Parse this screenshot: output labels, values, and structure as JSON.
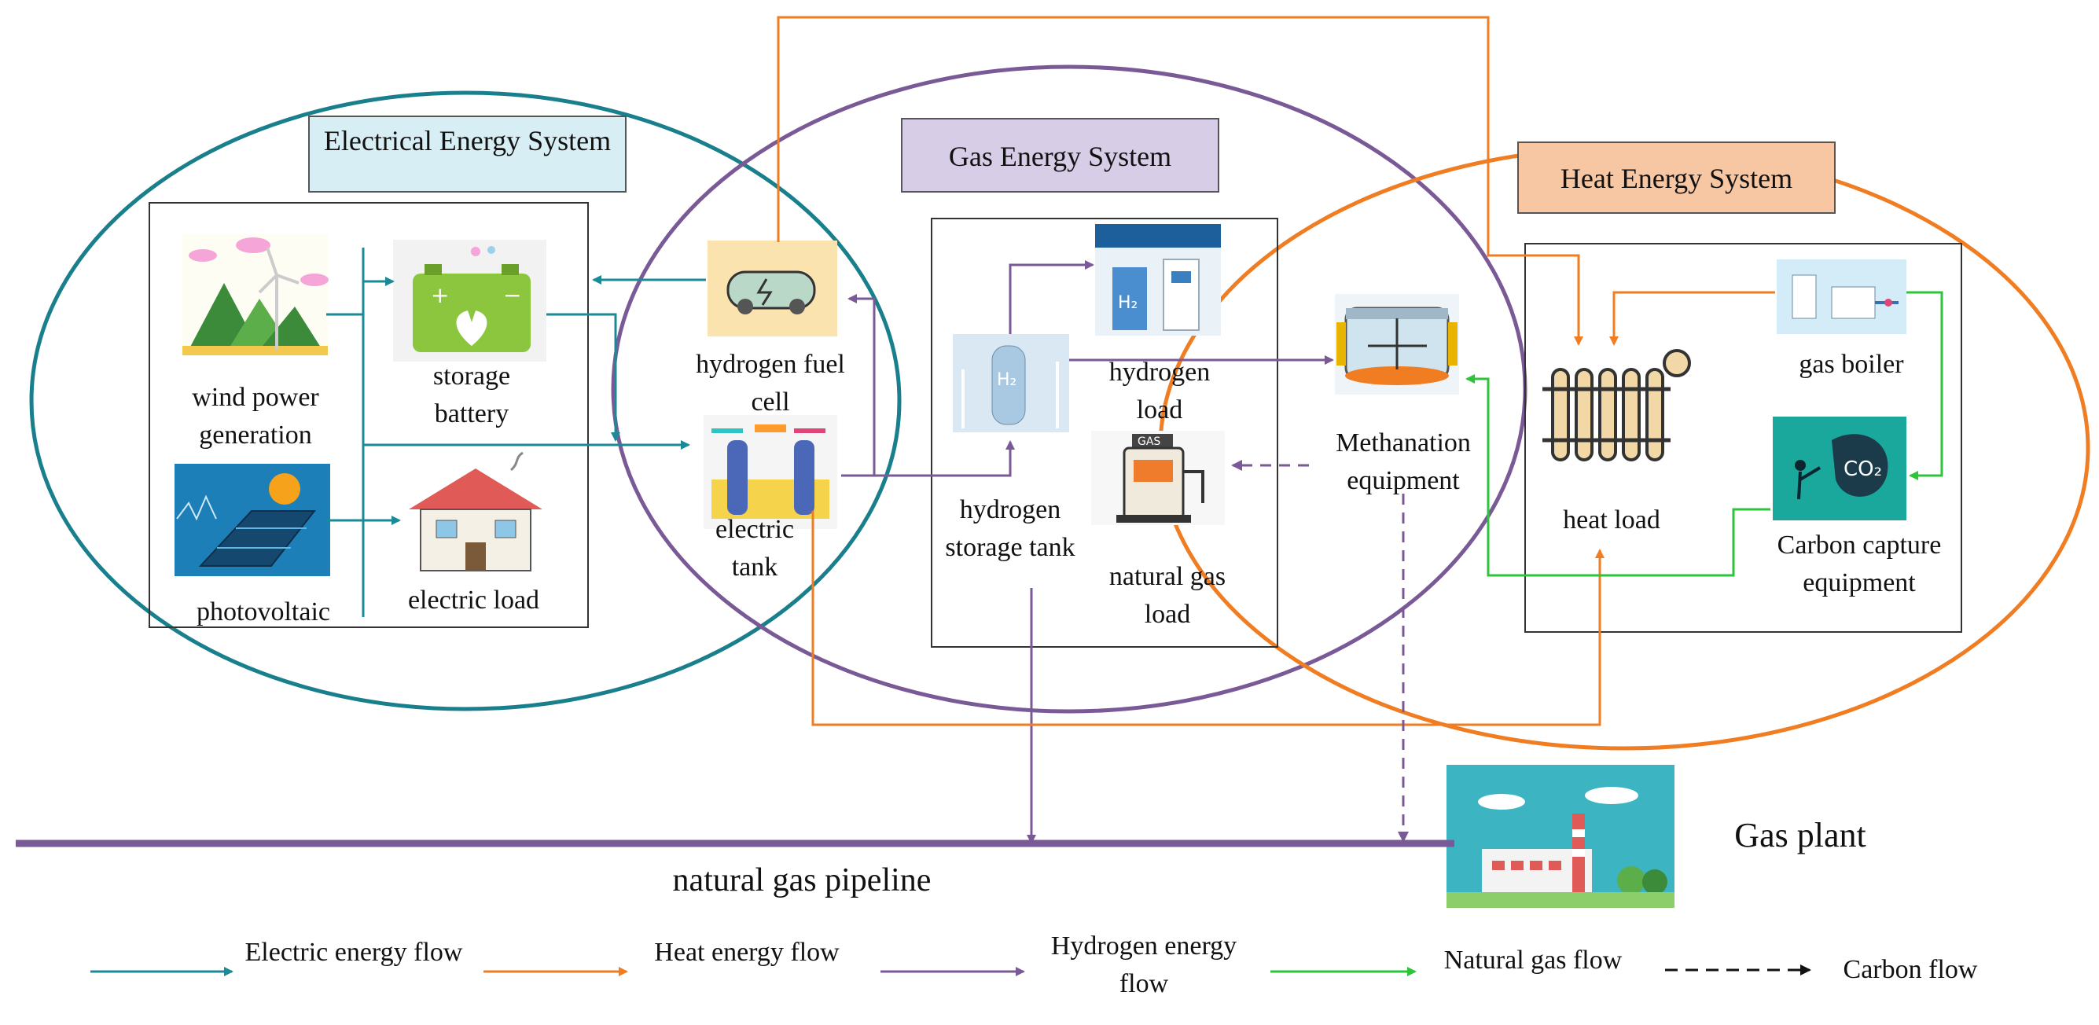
{
  "systems": {
    "electrical": "Electrical Energy System",
    "gas": "Gas Energy System",
    "heat": "Heat Energy System"
  },
  "components": {
    "wind": "wind power generation",
    "storage_battery": "storage battery",
    "photovoltaic": "photovoltaic",
    "electric_load": "electric load",
    "fuel_cell": "hydrogen fuel cell",
    "electric_tank": "electric tank",
    "hydrogen_storage": "hydrogen storage tank",
    "hydrogen_load": "hydrogen load",
    "natural_gas_load": "natural gas load",
    "methanation": "Methanation equipment",
    "heat_load": "heat load",
    "gas_boiler": "gas boiler",
    "carbon_capture": "Carbon capture equipment",
    "pipeline": "natural gas pipeline",
    "gas_plant": "Gas plant"
  },
  "legend": {
    "electric": "Electric energy flow",
    "heat": "Heat energy flow",
    "hydrogen": "Hydrogen energy flow",
    "natural_gas": "Natural gas flow",
    "carbon": "Carbon flow"
  },
  "colors": {
    "electric": "#1a8a96",
    "heat": "#f07d22",
    "hydrogen": "#7a5a96",
    "natural_gas": "#2ec43a",
    "carbon": "#111111",
    "electrical_system_fill": "#d6eef4",
    "gas_system_fill": "#d8cde6",
    "heat_system_fill": "#f7c6a3"
  }
}
